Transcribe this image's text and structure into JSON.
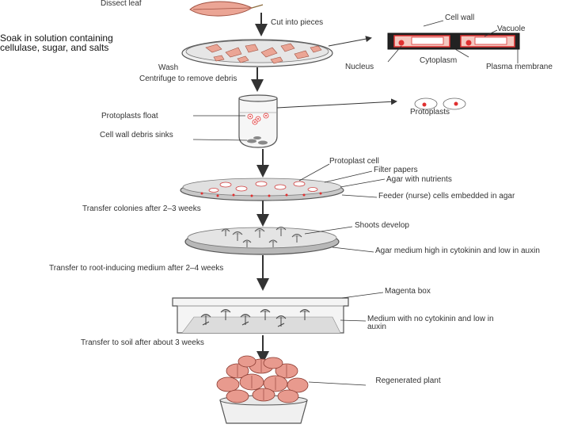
{
  "labels": {
    "dissect_leaf": "Dissect leaf",
    "cut_into_pieces": "Cut into pieces",
    "soak_in_solution": "Soak in solution containing cellulase, sugar, and salts",
    "wash": "Wash",
    "centrifuge": "Centrifuge to remove debris",
    "cell_wall": "Cell wall",
    "vacuole": "Vacuole",
    "nucleus": "Nucleus",
    "cytoplasm": "Cytoplasm",
    "plasma_membrane": "Plasma membrane",
    "protoplasts_float": "Protoplasts float",
    "cell_wall_debris_sinks": "Cell wall debris sinks",
    "protoplasts": "Protoplasts",
    "protoplast_cell": "Protoplast cell",
    "filter_papers": "Filter papers",
    "agar_with_nutrients": "Agar with nutrients",
    "feeder_cells": "Feeder (nurse) cells embedded in agar",
    "transfer_colonies": "Transfer colonies after 2–3 weeks",
    "shoots_develop": "Shoots develop",
    "agar_medium_high": "Agar medium high in cytokinin and low in auxin",
    "transfer_root_inducing": "Transfer to root-inducing medium after 2–4 weeks",
    "magenta_box": "Magenta box",
    "medium_no_cytokinin": "Medium with no cytokinin and low in auxin",
    "transfer_soil": "Transfer to soil after about 3 weeks",
    "regenerated_plant": "Regenerated plant"
  },
  "colors": {
    "leaf": "#e8a090",
    "cell_red": "#e03030",
    "dish_gray": "#c8c8c8",
    "line": "#333333"
  }
}
